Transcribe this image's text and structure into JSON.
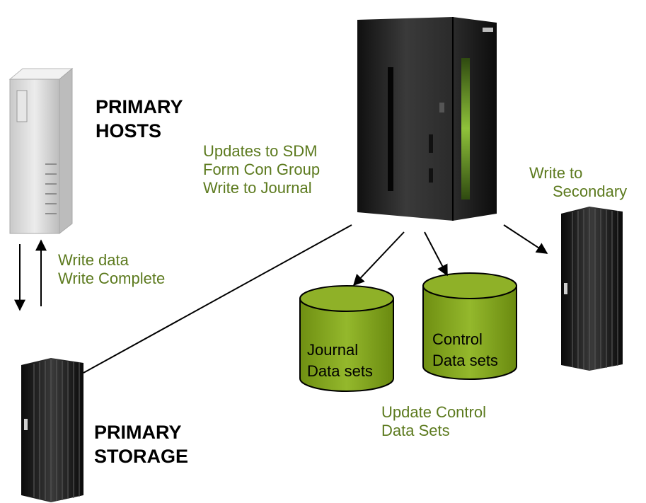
{
  "colors": {
    "annotation_text": "#5c7a1e",
    "cylinder_fill": "#7fa01e",
    "cylinder_top": "#8db32a",
    "server_dark": "#1a1a1a",
    "server_accent": "#7da828",
    "host_tower": "#d8d8d8"
  },
  "icons": {
    "primary_host": "tower-server-icon",
    "mainframe": "mainframe-icon",
    "primary_storage": "storage-rack-icon",
    "secondary_storage": "storage-rack-icon",
    "journal": "database-cylinder-icon",
    "control": "database-cylinder-icon"
  },
  "primary_hosts": {
    "line1": "PRIMARY",
    "line2": "HOSTS"
  },
  "primary_storage": {
    "line1": "PRIMARY",
    "line2": "STORAGE"
  },
  "sdm_note": {
    "line1": "Updates to SDM",
    "line2": "Form Con Group",
    "line3": "Write to Journal"
  },
  "secondary_note": {
    "line1": "Write to",
    "line2": "Secondary"
  },
  "host_io_note": {
    "line1": "Write data",
    "line2": "Write Complete"
  },
  "journal": {
    "line1": "Journal",
    "line2": "Data sets"
  },
  "control": {
    "line1": "Control",
    "line2": "Data sets"
  },
  "update_note": {
    "line1": "Update Control",
    "line2": "Data Sets"
  }
}
